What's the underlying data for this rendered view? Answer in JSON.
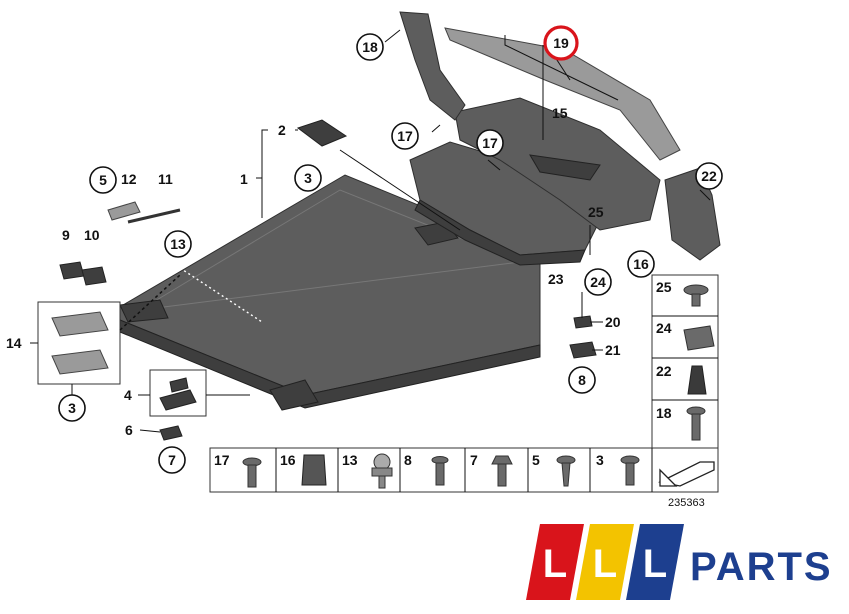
{
  "diagram": {
    "reference_number": "235363",
    "callouts": [
      "1",
      "2",
      "3",
      "4",
      "5",
      "6",
      "7",
      "8",
      "9",
      "10",
      "11",
      "12",
      "13",
      "14",
      "15",
      "16",
      "17",
      "18",
      "19",
      "20",
      "21",
      "22",
      "23",
      "24",
      "25"
    ],
    "table_bottom": [
      "17",
      "16",
      "13",
      "8",
      "7",
      "5",
      "3"
    ],
    "table_side": [
      "25",
      "24",
      "22",
      "18"
    ],
    "highlight": {
      "label": "19",
      "color": "#d9141b"
    }
  },
  "logo": {
    "letters": [
      "L",
      "L",
      "L"
    ],
    "text": "PARTS",
    "colors": [
      "#d9141b",
      "#f3c300",
      "#1d3f8f"
    ]
  }
}
